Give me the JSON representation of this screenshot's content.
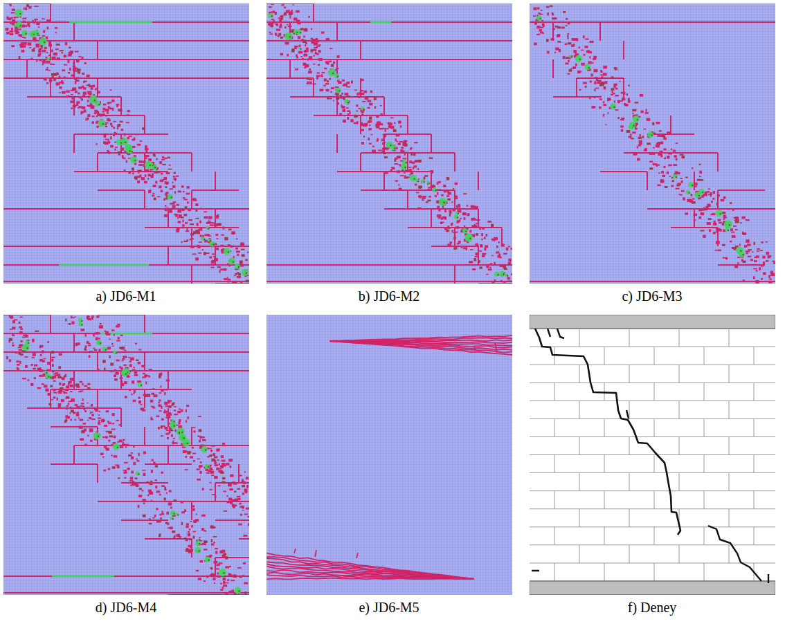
{
  "diagram": {
    "labels": [
      "a) JD6-M1",
      "b) JD6-M2",
      "c) JD6-M3",
      "d) JD6-M4",
      "e) JD6-M5",
      "f) Deney"
    ]
  }
}
